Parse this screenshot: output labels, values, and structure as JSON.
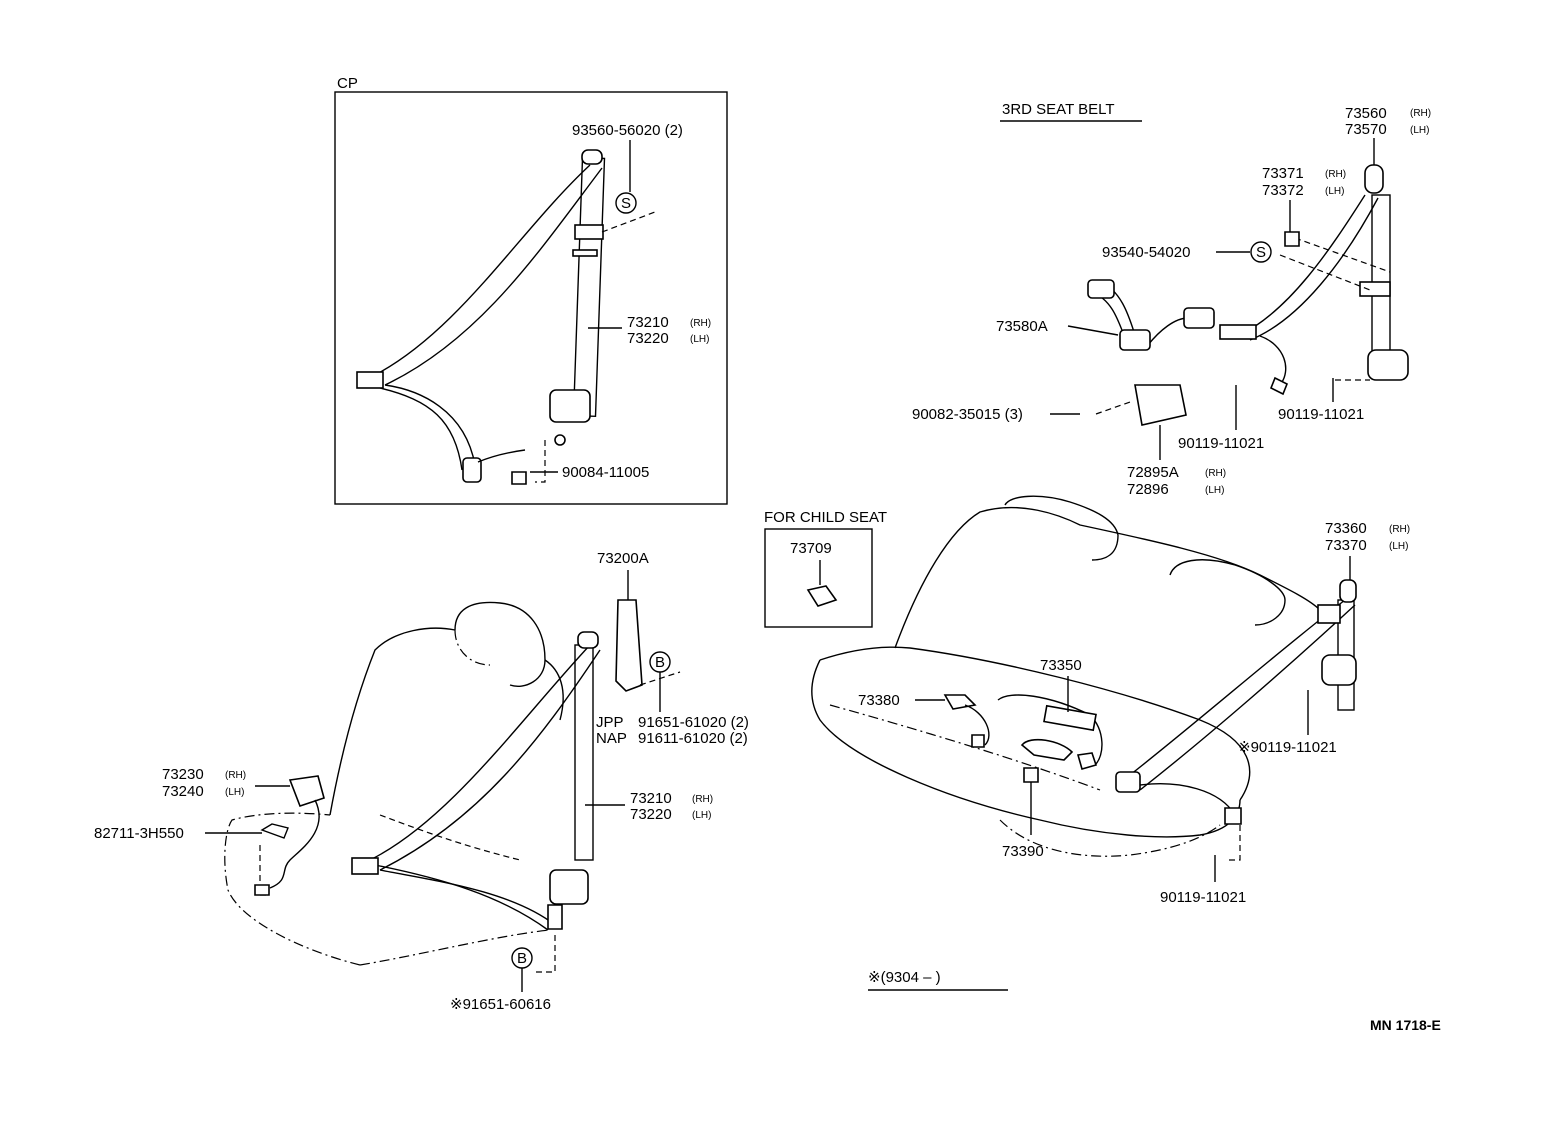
{
  "headings": {
    "cp": "CP",
    "third_seat_belt": "3RD SEAT BELT",
    "for_child_seat": "FOR CHILD SEAT",
    "date_note": "※(9304 –          )",
    "page_code": "MN  1718-E"
  },
  "callouts": {
    "cp_bolt_top": "93560-56020 (2)",
    "cp_belt_rh": "73210",
    "cp_belt_lh": "73220",
    "cp_bolt_bottom": "90084-11005",
    "third_retractor_rh": "73560",
    "third_retractor_lh": "73570",
    "third_anchor_rh": "73371",
    "third_anchor_lh": "73372",
    "third_bolt": "93540-54020",
    "third_buckle": "73580A",
    "third_bolt_3": "90082-35015 (3)",
    "third_bolt_center": "90119-11021",
    "third_bolt_right": "90119-11021",
    "third_cover_rh": "72895A",
    "third_cover_lh": "72896",
    "child_seat_part": "73709",
    "front_adjuster": "73200A",
    "front_bolt_jpp": "91651-61020 (2)",
    "front_bolt_nap": "91611-61020 (2)",
    "jpp": "JPP",
    "nap": "NAP",
    "front_buckle_rh": "73230",
    "front_buckle_lh": "73240",
    "front_clip": "82711-3H550",
    "front_belt_rh": "73210",
    "front_belt_lh": "73220",
    "front_bolt_bottom": "※91651-60616",
    "rear_belt_rh": "73360",
    "rear_belt_lh": "73370",
    "rear_center": "73350",
    "rear_left": "73380",
    "rear_buckle": "73390",
    "rear_bolt_upper": "※90119-11021",
    "rear_bolt_lower": "90119-11021"
  },
  "side_marks": {
    "rh": "(RH)",
    "lh": "(LH)"
  },
  "symbols": {
    "s": "S",
    "b": "B"
  }
}
